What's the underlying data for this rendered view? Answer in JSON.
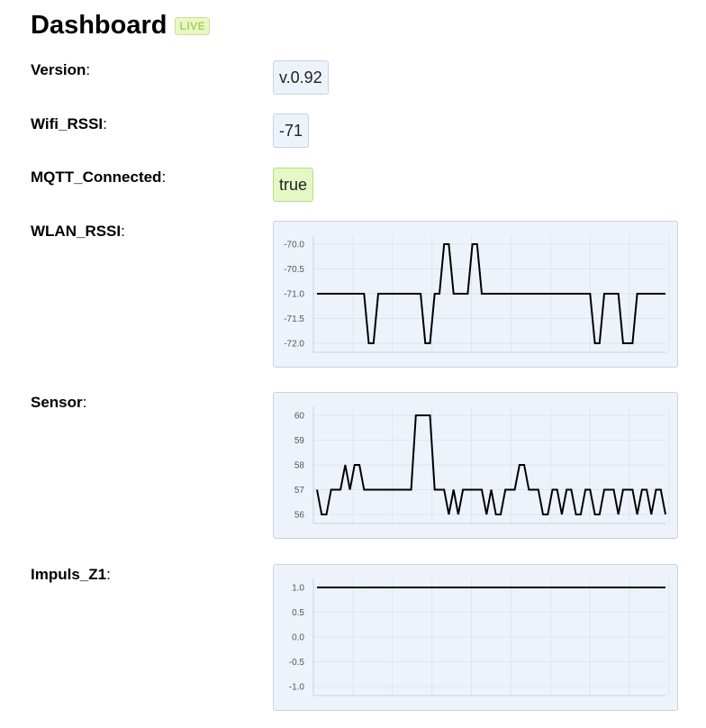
{
  "header": {
    "title": "Dashboard",
    "badge": "LIVE"
  },
  "colon": ":",
  "fields": {
    "version": {
      "label": "Version",
      "value": "v.0.92"
    },
    "wifi_rssi": {
      "label": "Wifi_RSSI",
      "value": "-71"
    },
    "mqtt_connected": {
      "label": "MQTT_Connected",
      "value": "true"
    },
    "wlan_rssi": {
      "label": "WLAN_RSSI"
    },
    "sensor": {
      "label": "Sensor"
    },
    "impuls_z1": {
      "label": "Impuls_Z1"
    }
  },
  "colors": {
    "panel_bg": "#eef3fb",
    "ok_bg": "#e4f7c4",
    "line": "#000000"
  },
  "chart_data": [
    {
      "id": "wlan_rssi",
      "type": "line",
      "ylim": [
        -72.0,
        -70.0
      ],
      "yticks": [
        "-70.0",
        "-70.5",
        "-71.0",
        "-71.5",
        "-72.0"
      ],
      "ytick_values": [
        -70.0,
        -70.5,
        -71.0,
        -71.5,
        -72.0
      ],
      "grid": true,
      "values": [
        -71,
        -71,
        -71,
        -71,
        -71,
        -71,
        -71,
        -71,
        -71,
        -71,
        -71,
        -72,
        -72,
        -71,
        -71,
        -71,
        -71,
        -71,
        -71,
        -71,
        -71,
        -71,
        -71,
        -72,
        -72,
        -71,
        -71,
        -70,
        -70,
        -71,
        -71,
        -71,
        -71,
        -70,
        -70,
        -71,
        -71,
        -71,
        -71,
        -71,
        -71,
        -71,
        -71,
        -71,
        -71,
        -71,
        -71,
        -71,
        -71,
        -71,
        -71,
        -71,
        -71,
        -71,
        -71,
        -71,
        -71,
        -71,
        -71,
        -72,
        -72,
        -71,
        -71,
        -71,
        -71,
        -72,
        -72,
        -72,
        -71,
        -71,
        -71,
        -71,
        -71,
        -71,
        -71
      ]
    },
    {
      "id": "sensor",
      "type": "line",
      "ylim": [
        56,
        60
      ],
      "yticks": [
        "60",
        "59",
        "58",
        "57",
        "56"
      ],
      "ytick_values": [
        60,
        59,
        58,
        57,
        56
      ],
      "grid": true,
      "values": [
        57,
        56,
        56,
        57,
        57,
        57,
        58,
        57,
        58,
        58,
        57,
        57,
        57,
        57,
        57,
        57,
        57,
        57,
        57,
        57,
        57,
        60,
        60,
        60,
        60,
        57,
        57,
        57,
        56,
        57,
        56,
        57,
        57,
        57,
        57,
        57,
        56,
        57,
        56,
        56,
        57,
        57,
        57,
        58,
        58,
        57,
        57,
        57,
        56,
        56,
        57,
        57,
        56,
        57,
        57,
        56,
        56,
        57,
        57,
        56,
        56,
        57,
        57,
        57,
        56,
        57,
        57,
        57,
        56,
        57,
        57,
        56,
        57,
        57,
        56
      ]
    },
    {
      "id": "impuls_z1",
      "type": "line",
      "ylim": [
        -1.0,
        1.0
      ],
      "yticks": [
        "1.0",
        "0.5",
        "0.0",
        "-0.5",
        "-1.0"
      ],
      "ytick_values": [
        1.0,
        0.5,
        0.0,
        -0.5,
        -1.0
      ],
      "grid": true,
      "values": [
        1,
        1,
        1,
        1,
        1,
        1,
        1,
        1,
        1,
        1,
        1,
        1,
        1,
        1,
        1,
        1,
        1,
        1,
        1,
        1,
        1,
        1,
        1,
        1,
        1,
        1,
        1,
        1,
        1,
        1,
        1,
        1,
        1,
        1,
        1,
        1,
        1,
        1,
        1,
        1
      ]
    }
  ]
}
